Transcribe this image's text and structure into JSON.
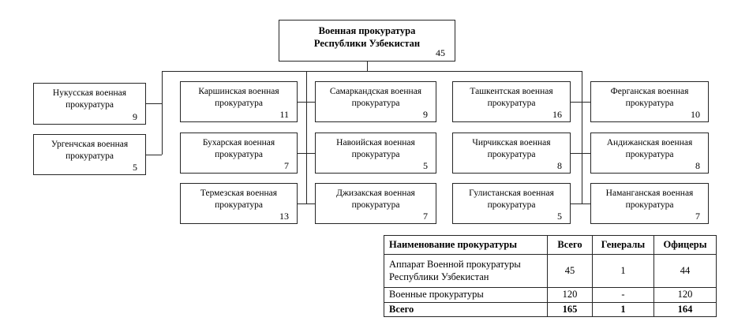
{
  "colors": {
    "line": "#262626",
    "text": "#000000",
    "background": "#ffffff"
  },
  "chart": {
    "root": {
      "name": "Военная прокуратура Республики Узбекистан",
      "count": "45"
    },
    "columns": [
      {
        "boxes": [
          {
            "name": "Нукусская военная прокуратура",
            "count": "9"
          },
          {
            "name": "Ургенчская военная прокуратура",
            "count": "5"
          }
        ]
      },
      {
        "boxes": [
          {
            "name": "Каршинская военная прокуратура",
            "count": "11"
          },
          {
            "name": "Бухарская военная прокуратура",
            "count": "7"
          },
          {
            "name": "Термезская военная прокуратура",
            "count": "13"
          }
        ]
      },
      {
        "boxes": [
          {
            "name": "Самаркандская военная прокуратура",
            "count": "9"
          },
          {
            "name": "Навоийская военная прокуратура",
            "count": "5"
          },
          {
            "name": "Джизакская военная прокуратура",
            "count": "7"
          }
        ]
      },
      {
        "boxes": [
          {
            "name": "Ташкентская военная прокуратура",
            "count": "16"
          },
          {
            "name": "Чирчикская военная прокуратура",
            "count": "8"
          },
          {
            "name": "Гулистанская военная прокуратура",
            "count": "5"
          }
        ]
      },
      {
        "boxes": [
          {
            "name": "Ферганская военная прокуратура",
            "count": "10"
          },
          {
            "name": "Андижанская военная прокуратура",
            "count": "8"
          },
          {
            "name": "Наманганская военная прокуратура",
            "count": "7"
          }
        ]
      }
    ]
  },
  "table": {
    "headers": [
      "Наименование прокуратуры",
      "Всего",
      "Генералы",
      "Офицеры"
    ],
    "rows": [
      {
        "name": "Аппарат Военной прокуратуры Республики Узбекистан",
        "total": "45",
        "generals": "1",
        "officers": "44"
      },
      {
        "name": "Военные прокуратуры",
        "total": "120",
        "generals": "-",
        "officers": "120"
      },
      {
        "name": "Всего",
        "total": "165",
        "generals": "1",
        "officers": "164"
      }
    ]
  }
}
